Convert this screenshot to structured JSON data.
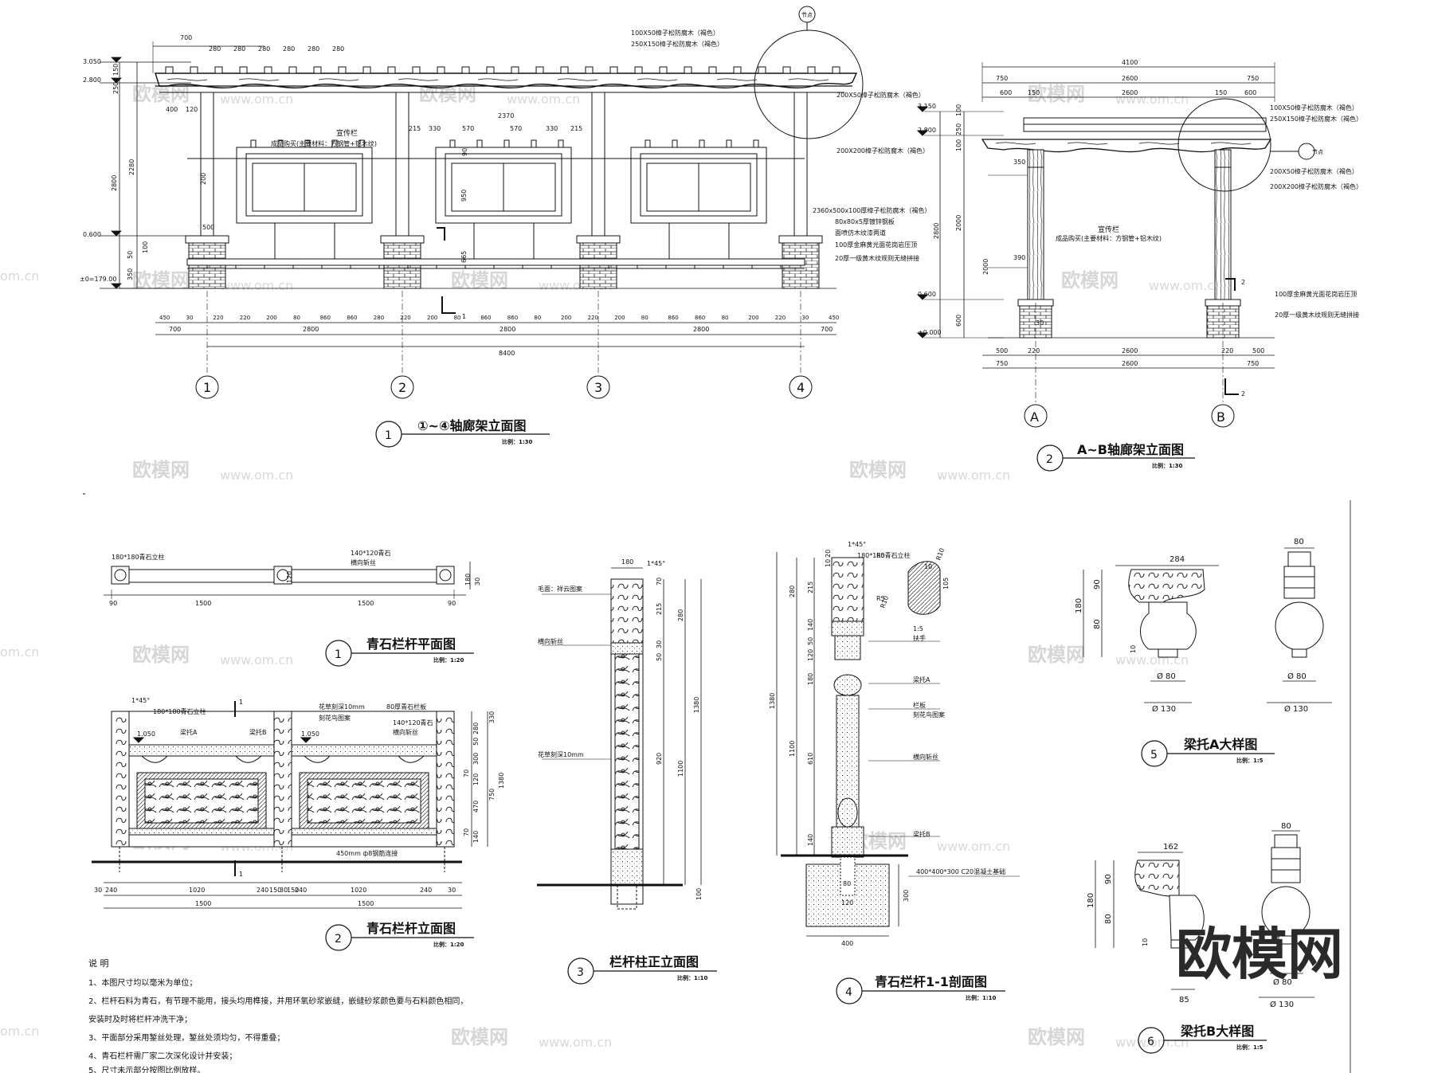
{
  "watermark": {
    "brand": "欧模网",
    "url": "www.om.cn",
    "url_partial": "om.cn",
    "corner_brand": "欧模网"
  },
  "elev1": {
    "title": "①~④轴廊架立面图",
    "num": "1",
    "scale": "比例：1:30",
    "levels": [
      "3.050",
      "2.800",
      "0.600",
      "±0=179.00"
    ],
    "top_dims": [
      "700",
      "280",
      "280",
      "280",
      "280",
      "280",
      "280"
    ],
    "sub_dims": [
      "400",
      "120"
    ],
    "mid_dims": [
      "215",
      "330",
      "570",
      "570",
      "330",
      "215"
    ],
    "mid_total": "2370",
    "left_dims": [
      "150",
      "250",
      "2280",
      "2800",
      "50",
      "100",
      "350"
    ],
    "inner_dims": [
      "200",
      "500",
      "950",
      "665",
      "90"
    ],
    "notes": [
      "100X50樟子松防腐木（褐色）",
      "250X150樟子松防腐木（褐色）",
      "200X50樟子松防腐木（褐色）",
      "宣传栏",
      "成品购买(主要材料：方钢管+铝木纹)",
      "200X200樟子松防腐木（褐色）",
      "2360x500x100厚樟子松防腐木（褐色）",
      "80x80x5厚镀锌钢板",
      "面喷仿木纹漆两道",
      "100厚金麻黄光面花岗岩压顶",
      "20厚一级黄木纹规则无缝拼接"
    ],
    "bottom_row1": [
      "450",
      "30",
      "220",
      "220",
      "200",
      "80",
      "860",
      "860",
      "280",
      "220",
      "200",
      "80",
      "860",
      "860",
      "80",
      "200",
      "220",
      "200",
      "80",
      "860",
      "860",
      "80",
      "200",
      "220",
      "30",
      "450"
    ],
    "bottom_row2": [
      "700",
      "2800",
      "2800",
      "2800",
      "700"
    ],
    "total": "8400",
    "axes": [
      "1",
      "2",
      "3",
      "4"
    ],
    "section_mark": "1",
    "detail_mark": "节点"
  },
  "elev2": {
    "title": "A~B轴廊架立面图",
    "num": "2",
    "scale": "比例：1:30",
    "levels": [
      "3.150",
      "2.800",
      "0.600",
      "±0.000"
    ],
    "top_dims": [
      "4100",
      "750",
      "2600",
      "750",
      "600",
      "150",
      "2600",
      "150",
      "600"
    ],
    "left_dims": [
      "100",
      "250",
      "100",
      "2000",
      "2800",
      "600"
    ],
    "inner_dims": [
      "350",
      "390",
      "2000",
      "30"
    ],
    "notes": [
      "100X50樟子松防腐木（褐色）",
      "250X150樟子松防腐木（褐色）",
      "200X50樟子松防腐木（褐色）",
      "200X200樟子松防腐木（褐色）",
      "宣传栏",
      "成品购买(主要材料：方钢管+铝木纹)",
      "100厚金麻黄光面花岗岩压顶",
      "20厚一级黄木纹规则无缝拼接"
    ],
    "bottom_dims": [
      "500",
      "220",
      "2600",
      "220",
      "500",
      "750",
      "2600",
      "750"
    ],
    "axes": [
      "A",
      "B"
    ],
    "section_mark": "2",
    "detail_mark": "节点"
  },
  "rail_plan": {
    "title": "青石栏杆平面图",
    "num": "1",
    "scale": "比例：1:20",
    "labels": [
      "180*180青石立柱",
      "140*120青石",
      "横向斩丝"
    ],
    "dims": [
      "90",
      "1500",
      "1500",
      "90",
      "120",
      "180",
      "30"
    ]
  },
  "rail_elev": {
    "title": "青石栏杆立面图",
    "num": "2",
    "scale": "比例：1:20",
    "labels": [
      "1*45°",
      "180*180青石立柱",
      "梁托A",
      "梁托B",
      "花草刻深10mm",
      "刻花鸟图案",
      "80厚青石栏板",
      "140*120青石",
      "横向斩丝",
      "450mm ф8钢筋连接"
    ],
    "levels": [
      "1.050",
      "1.050"
    ],
    "right_dims": [
      "330",
      "280",
      "50",
      "300",
      "70",
      "120",
      "470",
      "750",
      "1380",
      "140",
      "70"
    ],
    "bottom_row1": [
      "30",
      "240",
      "1020",
      "240",
      "150",
      "30",
      "150",
      "240",
      "1020",
      "240",
      "30"
    ],
    "bottom_row2": [
      "1500",
      "1500"
    ],
    "section_mark": "1"
  },
  "notes": {
    "heading": "说 明",
    "items": [
      "1、本图尺寸均以毫米为单位；",
      "2、栏杆石料为青石，有节理不能用，接头均用榫接，并用环氧砂浆嵌缝，嵌缝砂浆颜色要与石料颜色相同，",
      "安装时及时将栏杆冲洗干净；",
      "3、平面部分采用錾丝处理，錾丝处须均匀，不得重叠；",
      "4、青石栏杆需厂家二次深化设计并安装；",
      "5、尺寸未示部分按图比例放样。"
    ]
  },
  "post_elev": {
    "title": "栏杆柱正立面图",
    "num": "3",
    "scale": "比例：1:10",
    "labels": [
      "毛面：祥云图案",
      "横向斩丝",
      "花草刻深10mm",
      "1*45°"
    ],
    "dims": [
      "180",
      "70",
      "215",
      "280",
      "30",
      "50",
      "920",
      "1100",
      "1380",
      "100"
    ]
  },
  "section": {
    "title": "青石栏杆1-1剖面图",
    "num": "4",
    "scale": "比例：1:10",
    "labels": [
      "180*180青石立柱",
      "1*45°",
      "R5",
      "R10",
      "R5",
      "R10",
      "10",
      "105",
      "1:5",
      "扶手",
      "梁托A",
      "栏板",
      "刻花鸟图案",
      "横向斩丝",
      "梁托B",
      "400*400*300 C20混凝土基础"
    ],
    "dims": [
      "20",
      "10",
      "215",
      "280",
      "1380",
      "140",
      "50",
      "120",
      "180",
      "610",
      "1100",
      "140",
      "80",
      "120",
      "300",
      "400"
    ]
  },
  "bracketA": {
    "title": "梁托A大样图",
    "num": "5",
    "scale": "比例：1:5",
    "dims": [
      "284",
      "80",
      "90",
      "180",
      "80",
      "10",
      "Ø 80",
      "Ø 130",
      "Ø 80",
      "Ø 130"
    ]
  },
  "bracketB": {
    "title": "梁托B大样图",
    "num": "6",
    "scale": "比例：1:5",
    "dims": [
      "162",
      "80",
      "90",
      "180",
      "80",
      "10",
      "85",
      "Ø 80",
      "Ø 130"
    ]
  }
}
